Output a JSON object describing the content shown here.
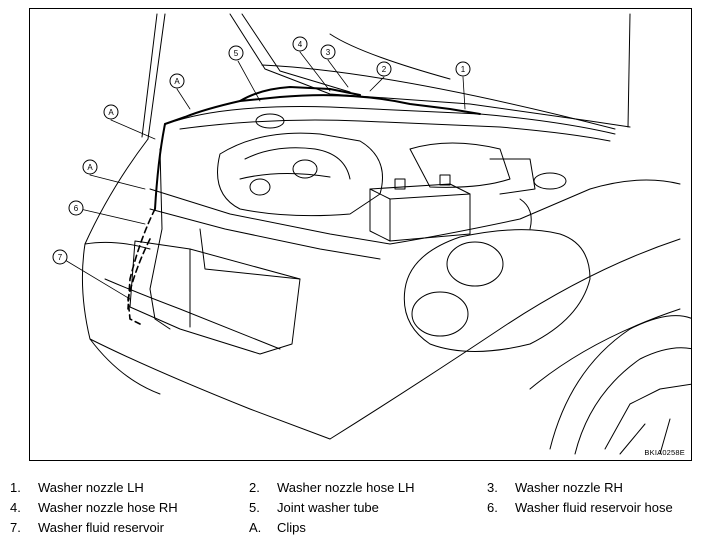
{
  "figure": {
    "code": "BKIA0258E",
    "callouts": [
      "1",
      "2",
      "3",
      "4",
      "5",
      "6",
      "7",
      "A",
      "A",
      "A"
    ]
  },
  "legend": [
    {
      "num": "1.",
      "label": "Washer nozzle LH"
    },
    {
      "num": "2.",
      "label": "Washer nozzle hose LH"
    },
    {
      "num": "3.",
      "label": "Washer nozzle RH"
    },
    {
      "num": "4.",
      "label": "Washer nozzle hose RH"
    },
    {
      "num": "5.",
      "label": "Joint washer tube"
    },
    {
      "num": "6.",
      "label": "Washer fluid reservoir hose"
    },
    {
      "num": "7.",
      "label": "Washer fluid reservoir"
    },
    {
      "num": "A.",
      "label": "Clips"
    }
  ]
}
